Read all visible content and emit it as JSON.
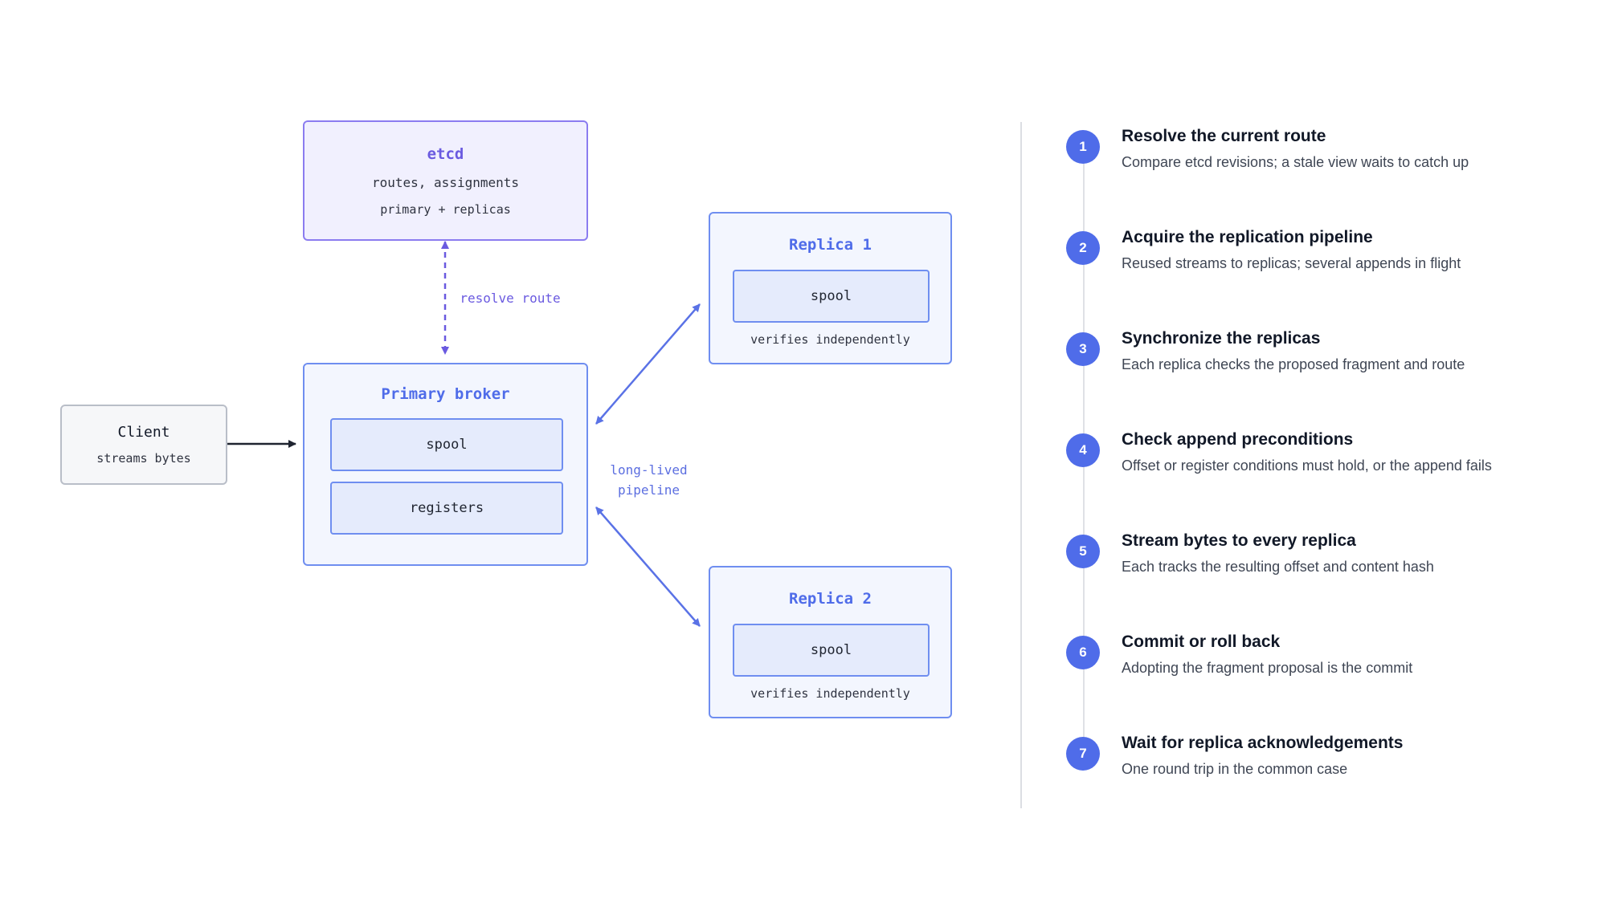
{
  "diagram": {
    "client": {
      "title": "Client",
      "subtitle": "streams bytes"
    },
    "etcd": {
      "title": "etcd",
      "line1": "routes, assignments",
      "line2": "primary + replicas"
    },
    "primary": {
      "title": "Primary broker",
      "spool": "spool",
      "registers": "registers"
    },
    "replica1": {
      "title": "Replica 1",
      "spool": "spool",
      "note": "verifies independently"
    },
    "replica2": {
      "title": "Replica 2",
      "spool": "spool",
      "note": "verifies independently"
    },
    "labels": {
      "resolve_route": "resolve route",
      "pipeline_line1": "long-lived",
      "pipeline_line2": "pipeline"
    },
    "colors": {
      "etcd_accent": "#6a5ae0",
      "broker_accent": "#4f6ce9",
      "arrow": "#5a72e6",
      "dark_arrow": "#1f2430"
    }
  },
  "steps": [
    {
      "num": "1",
      "title": "Resolve the current route",
      "desc": "Compare etcd revisions; a stale view waits to catch up"
    },
    {
      "num": "2",
      "title": "Acquire the replication pipeline",
      "desc": "Reused streams to replicas; several appends in flight"
    },
    {
      "num": "3",
      "title": "Synchronize the replicas",
      "desc": "Each replica checks the proposed fragment and route"
    },
    {
      "num": "4",
      "title": "Check append preconditions",
      "desc": "Offset or register conditions must hold, or the append fails"
    },
    {
      "num": "5",
      "title": "Stream bytes to every replica",
      "desc": "Each tracks the resulting offset and content hash"
    },
    {
      "num": "6",
      "title": "Commit or roll back",
      "desc": "Adopting the fragment proposal is the commit"
    },
    {
      "num": "7",
      "title": "Wait for replica acknowledgements",
      "desc": "One round trip in the common case"
    }
  ]
}
